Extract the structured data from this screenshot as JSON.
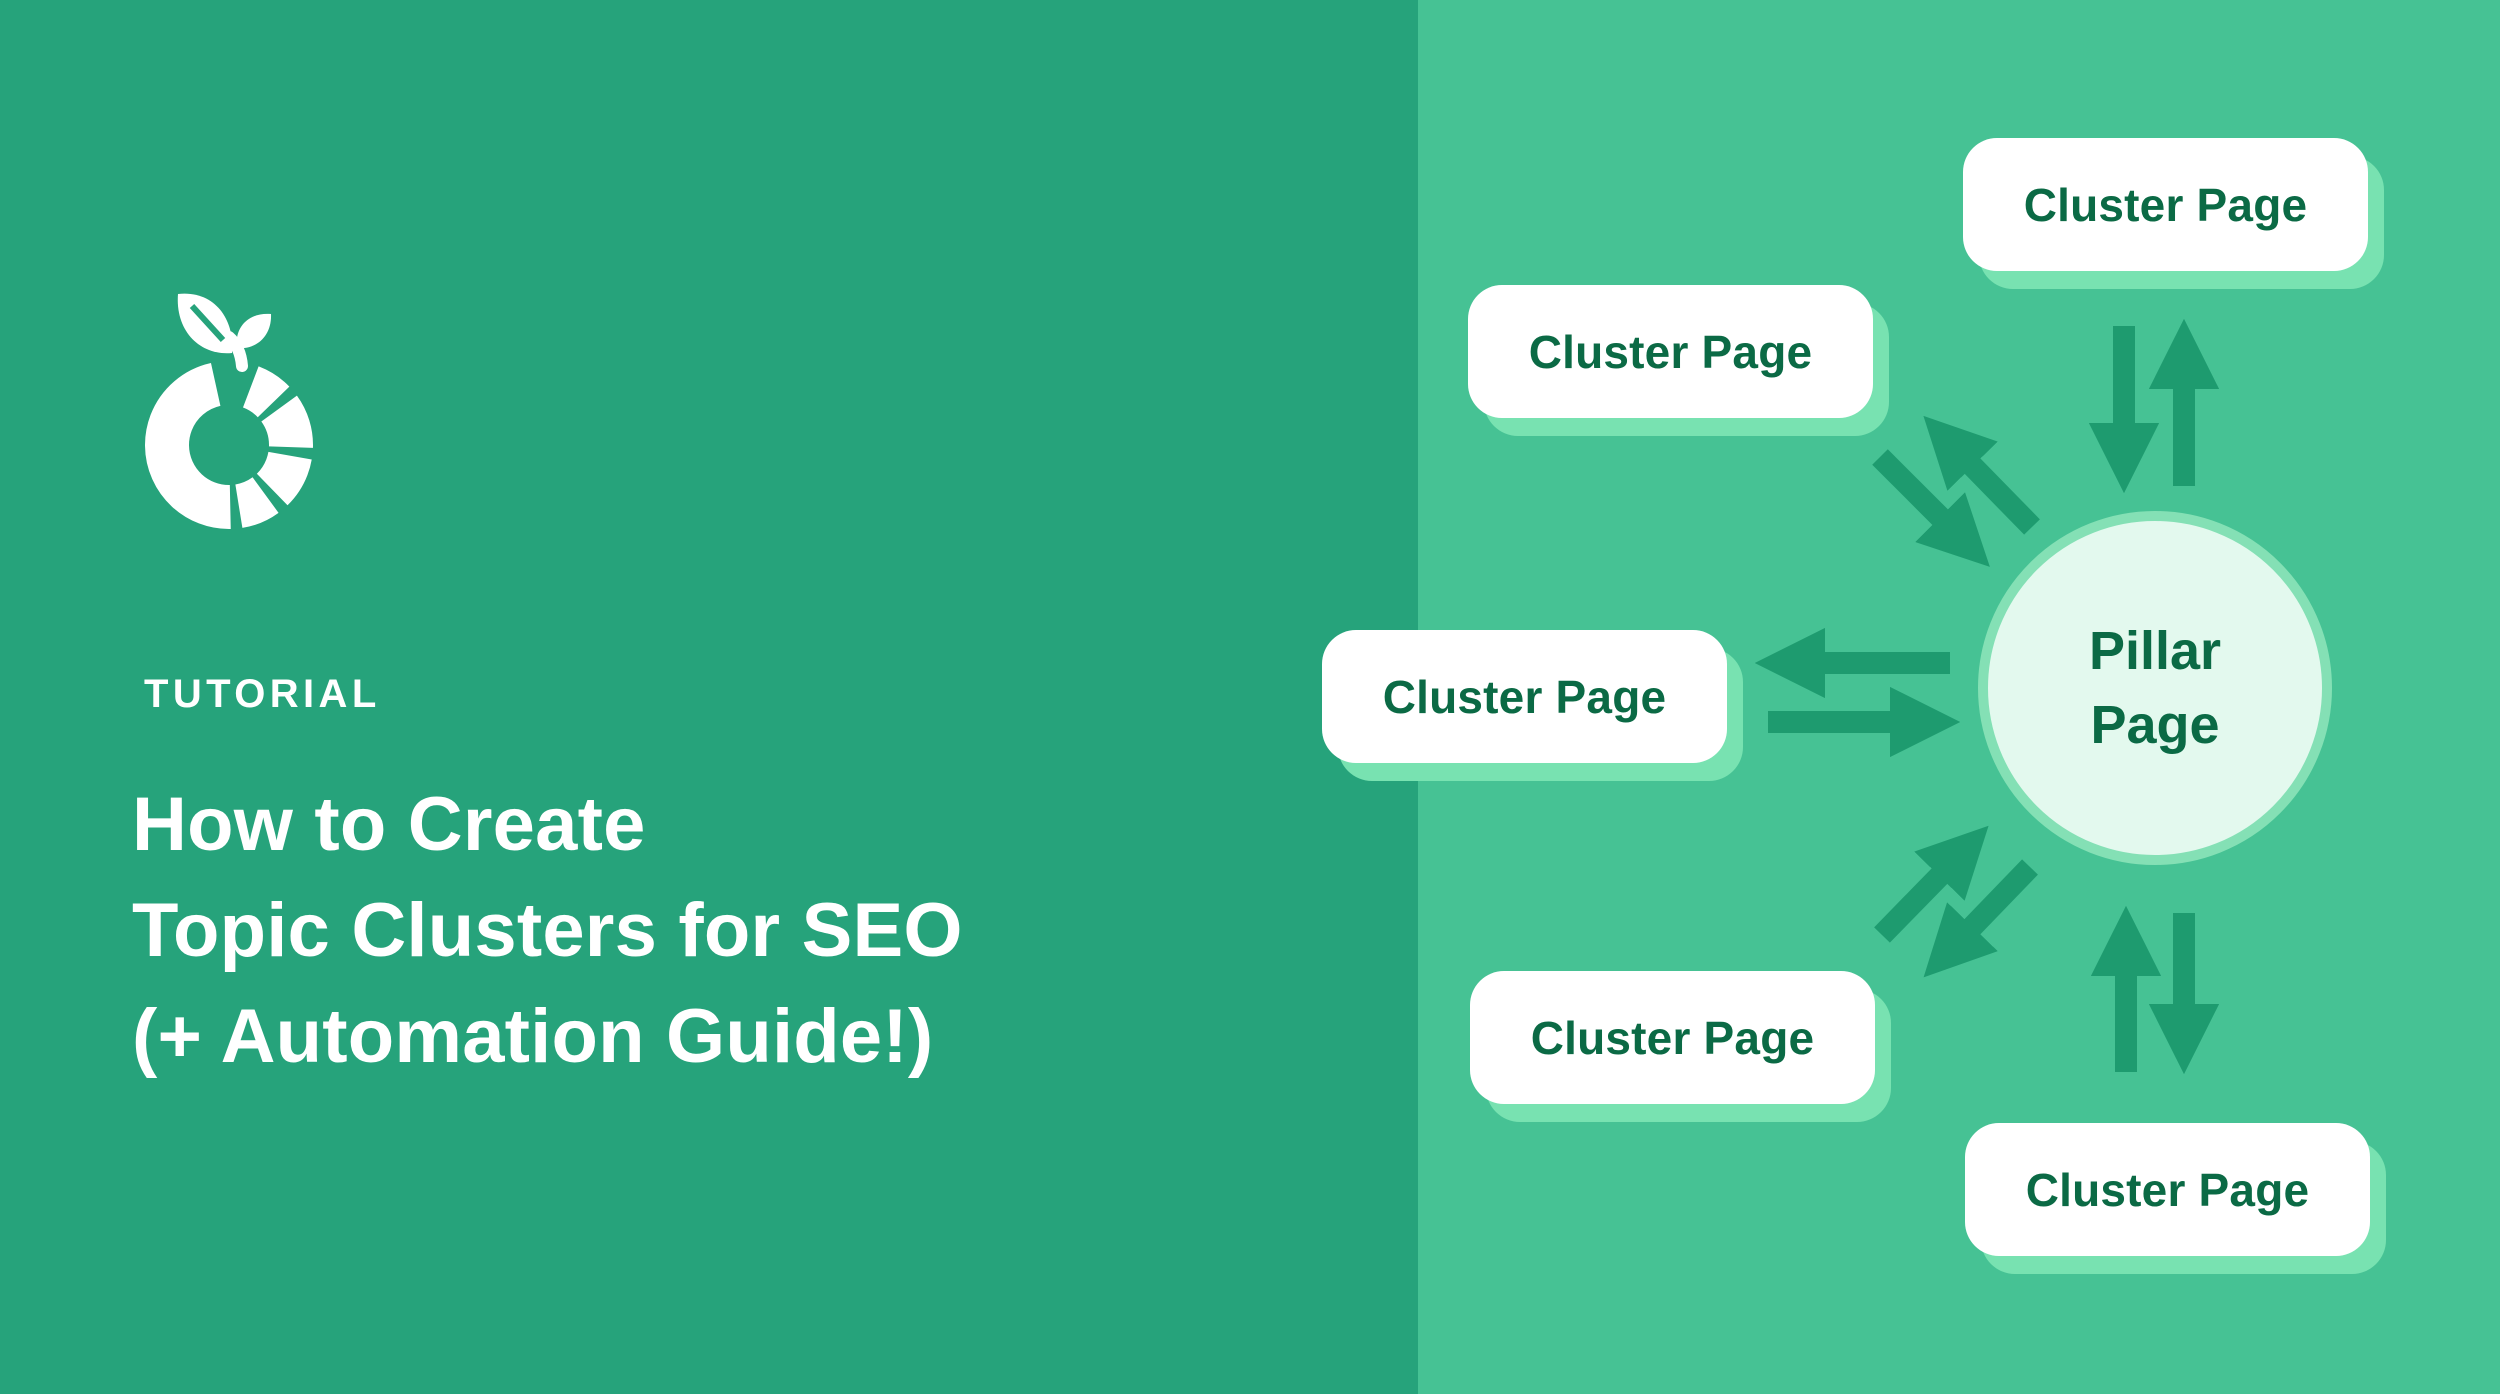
{
  "meta": {
    "title": "How to Create Topic Clusters for SEO (+ Automation Guide!)"
  },
  "colors": {
    "left_background": "#26A37B",
    "right_background": "#46C294",
    "arrow_green": "#1E9B6F",
    "card_background": "#FFFFFF",
    "card_shadow_mint": "#78E2B1",
    "dark_green_text": "#0B6A45",
    "pillar_fill": "#E3F9EE",
    "pillar_ring": "#84E0B5",
    "white_text": "#FFFFFF"
  },
  "left_panel": {
    "logo_icon": "citrus-fruit-logo",
    "eyebrow": "TUTORIAL",
    "title_lines": [
      "How to Create",
      "Topic Clusters for SEO",
      "(+ Automation Guide!)"
    ]
  },
  "diagram": {
    "pillar": {
      "line1": "Pillar",
      "line2": "Page"
    },
    "cluster_boxes": [
      {
        "label": "Cluster Page",
        "position": "top-right"
      },
      {
        "label": "Cluster Page",
        "position": "upper-left"
      },
      {
        "label": "Cluster Page",
        "position": "middle-left"
      },
      {
        "label": "Cluster Page",
        "position": "lower-left"
      },
      {
        "label": "Cluster Page",
        "position": "bottom-right"
      }
    ],
    "arrows": {
      "style": "bidirectional",
      "pair_count": 5
    }
  }
}
